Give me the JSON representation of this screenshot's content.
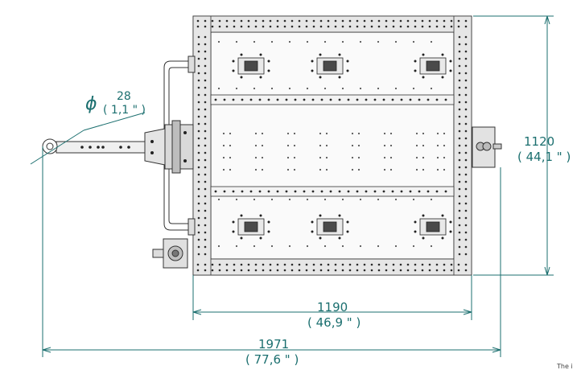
{
  "drawing": {
    "dimensions": {
      "height_mm": "1120",
      "height_in": "( 44,1 \" )",
      "width_mm": "1190",
      "width_in": "( 46,9 \" )",
      "overall_mm": "1971",
      "overall_in": "( 77,6 \" )",
      "phi_symbol": "ϕ",
      "diameter_mm": "28",
      "diameter_in": "( 1,1 \" )"
    },
    "corner_text": "The i",
    "colors": {
      "dimension": "#1b6f6f",
      "line": "#3a3a3a",
      "hardware": "#222222"
    }
  }
}
